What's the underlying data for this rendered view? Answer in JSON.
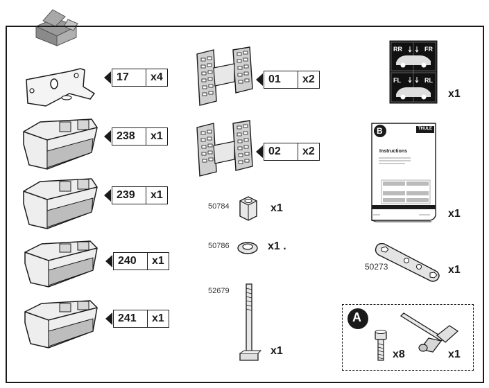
{
  "left_column": [
    {
      "code": "17",
      "qty": "x4"
    },
    {
      "code": "238",
      "qty": "x1"
    },
    {
      "code": "239",
      "qty": "x1"
    },
    {
      "code": "240",
      "qty": "x1"
    },
    {
      "code": "241",
      "qty": "x1"
    }
  ],
  "middle_column": {
    "pads": [
      {
        "code": "01",
        "qty": "x2"
      },
      {
        "code": "02",
        "qty": "x2"
      }
    ],
    "hardware": [
      {
        "part": "50784",
        "qty": "x1"
      },
      {
        "part": "50786",
        "qty": "x1 ."
      },
      {
        "part": "52679",
        "qty": "x1"
      }
    ]
  },
  "right_column": {
    "stickers": {
      "labels": [
        "RR",
        "FR",
        "FL",
        "RL"
      ],
      "qty": "x1"
    },
    "instructions": {
      "badge": "B",
      "brand": "THULE",
      "heading": "Instructions",
      "qty": "x1"
    },
    "wrench": {
      "part": "50273",
      "qty": "x1"
    },
    "tool_set": {
      "badge": "A",
      "bolt_qty": "x8",
      "key_qty": "x1"
    }
  }
}
